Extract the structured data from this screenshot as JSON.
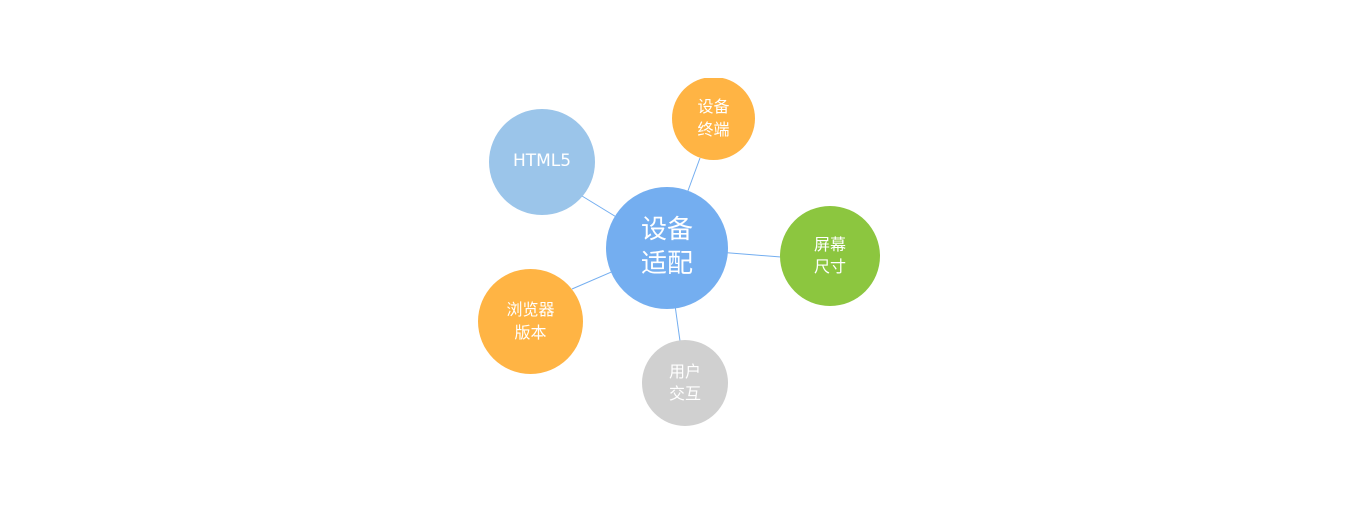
{
  "diagram": {
    "center": {
      "lines": [
        "设备",
        "适配"
      ],
      "color": "#74aef0"
    },
    "nodes": [
      {
        "id": "html5",
        "lines": [
          "HTML5"
        ],
        "color": "#9bc5ea"
      },
      {
        "id": "device-terminal",
        "lines": [
          "设备",
          "终端"
        ],
        "color": "#ffb444"
      },
      {
        "id": "screen-size",
        "lines": [
          "屏幕",
          "尺寸"
        ],
        "color": "#8cc63f"
      },
      {
        "id": "browser-version",
        "lines": [
          "浏览器",
          "版本"
        ],
        "color": "#ffb444"
      },
      {
        "id": "user-interaction",
        "lines": [
          "用户",
          "交互"
        ],
        "color": "#d0d0d0"
      }
    ],
    "edge_color": "#74aef0"
  }
}
